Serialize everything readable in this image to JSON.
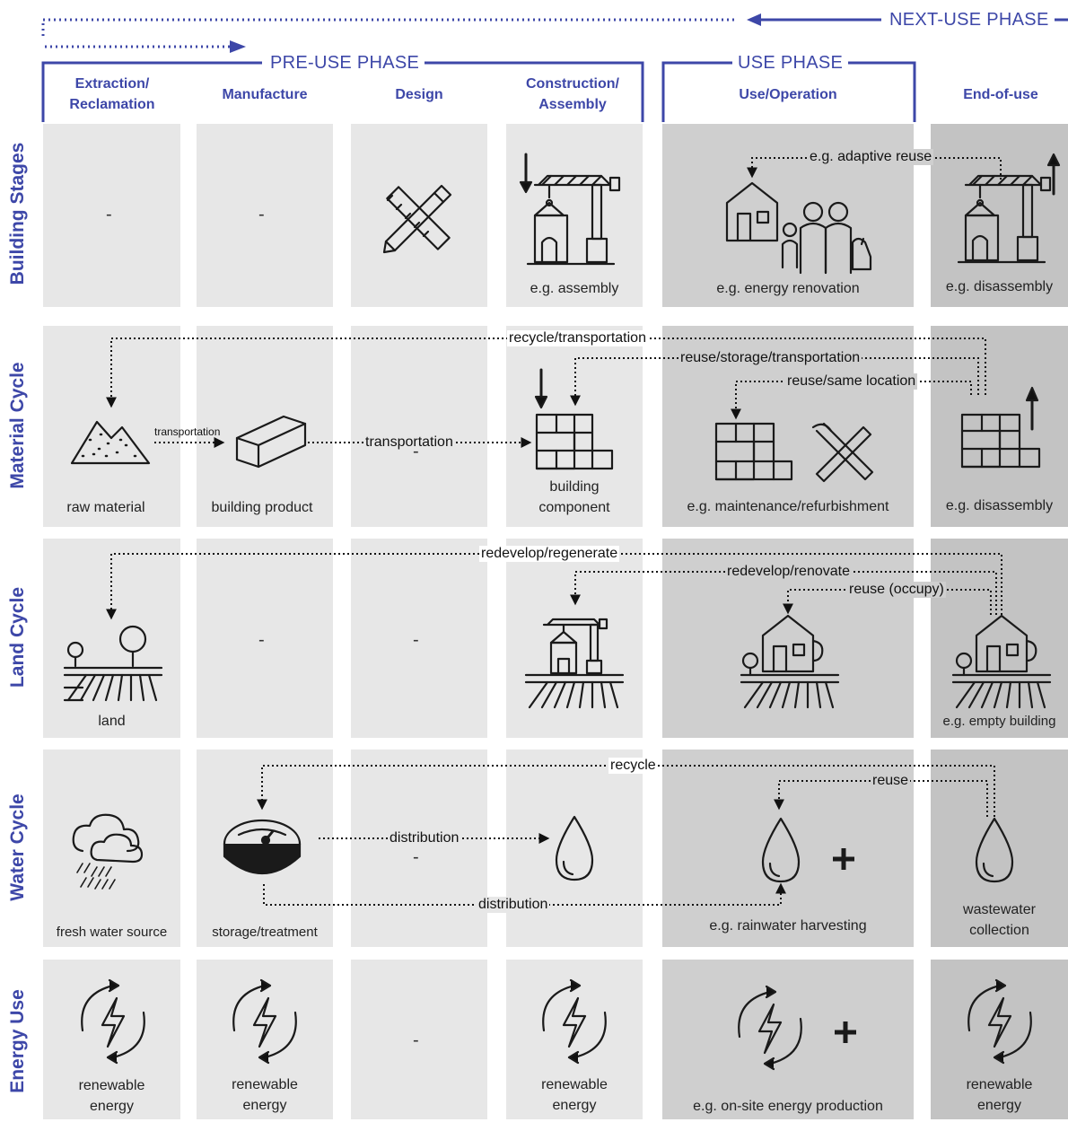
{
  "phases": {
    "next_use": "NEXT-USE PHASE",
    "pre_use": "PRE-USE PHASE",
    "use": "USE PHASE"
  },
  "columns": [
    "Extraction/\nReclamation",
    "Manufacture",
    "Design",
    "Construction/\nAssembly",
    "Use/Operation",
    "End-of-use"
  ],
  "rows": [
    "Building Stages",
    "Material Cycle",
    "Land Cycle",
    "Water Cycle",
    "Energy Use"
  ],
  "building": {
    "c1": "-",
    "c2": "-",
    "c4": "e.g. assembly",
    "c5": "e.g. energy renovation",
    "c6": "e.g. disassembly",
    "flow": "e.g. adaptive reuse"
  },
  "material": {
    "c1": "raw material",
    "c2": "building product",
    "c3": "-",
    "c4": "building\ncomponent",
    "c5": "e.g. maintenance/refurbishment",
    "c6": "e.g. disassembly",
    "flow_recycle": "recycle/transportation",
    "flow_reuse_storage": "reuse/storage/transportation",
    "flow_reuse_same": "reuse/same location",
    "flow_transport_small": "transportation",
    "flow_transport": "transportation"
  },
  "land": {
    "c1": "land",
    "c2": "-",
    "c3": "-",
    "c6": "e.g. empty building",
    "flow_redevelop_regen": "redevelop/regenerate",
    "flow_redevelop_renov": "redevelop/renovate",
    "flow_reuse_occupy": "reuse (occupy)"
  },
  "water": {
    "c1": "fresh water source",
    "c2": "storage/treatment",
    "c3": "-",
    "c5": "e.g. rainwater harvesting",
    "c6": "wastewater\ncollection",
    "flow_recycle": "recycle",
    "flow_reuse": "reuse",
    "flow_dist1": "distribution",
    "flow_dist2": "distribution"
  },
  "energy": {
    "c1": "renewable\nenergy",
    "c2": "renewable\nenergy",
    "c3": "-",
    "c4": "renewable\nenergy",
    "c5": "e.g. on-site energy production",
    "c6": "renewable\nenergy"
  },
  "colors": {
    "accent": "#3d47a8",
    "cell_light": "#e7e7e7",
    "cell_use": "#cfcfcf",
    "cell_end": "#c3c3c3"
  }
}
